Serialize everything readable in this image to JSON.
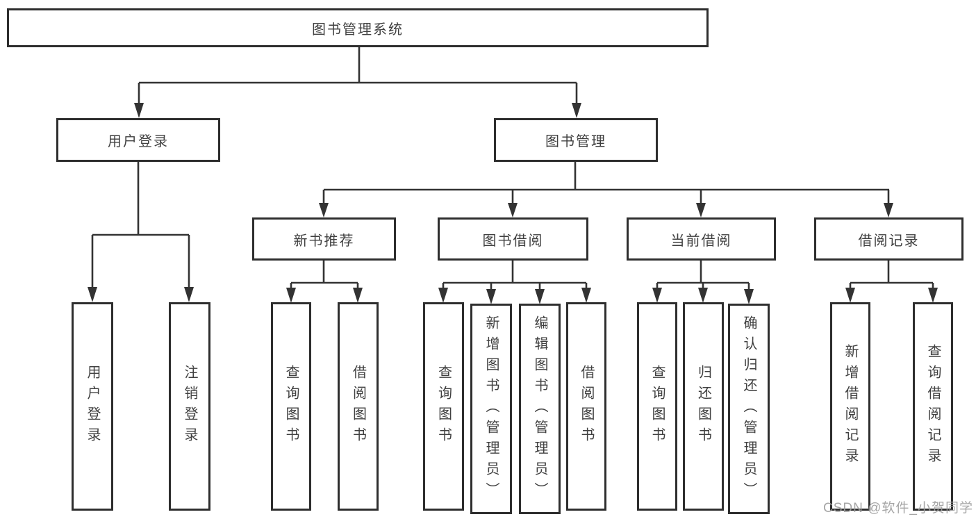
{
  "diagram": {
    "title": "图书管理系统",
    "type": "hierarchy-tree",
    "colors": {
      "line": "#333333",
      "box_border": "#2e2e2e",
      "box_fill": "#ffffff",
      "text": "#404040",
      "watermark": "#9e9e9e",
      "background": "#ffffff"
    },
    "nodes": {
      "root": "图书管理系统",
      "login": "用户登录",
      "manage": "图书管理",
      "recommend": "新书推荐",
      "borrow": "图书借阅",
      "current": "当前借阅",
      "records": "借阅记录",
      "login_user": "用户登录",
      "login_logout": "注销登录",
      "rec_query": "查询图书",
      "rec_borrow": "借阅图书",
      "bor_query": "查询图书",
      "bor_add": "新增图书（管理员）",
      "bor_edit": "编辑图书（管理员）",
      "bor_borrow": "借阅图书",
      "cur_query": "查询图书",
      "cur_return": "归还图书",
      "cur_confirm": "确认归还（管理员）",
      "recd_add": "新增借阅记录",
      "recd_query": "查询借阅记录"
    },
    "hierarchy": {
      "root": "图书管理系统",
      "branches": [
        {
          "label": "用户登录",
          "children": [
            "用户登录",
            "注销登录"
          ]
        },
        {
          "label": "图书管理",
          "children": [
            {
              "label": "新书推荐",
              "children": [
                "查询图书",
                "借阅图书"
              ]
            },
            {
              "label": "图书借阅",
              "children": [
                "查询图书",
                "新增图书（管理员）",
                "编辑图书（管理员）",
                "借阅图书"
              ]
            },
            {
              "label": "当前借阅",
              "children": [
                "查询图书",
                "归还图书",
                "确认归还（管理员）"
              ]
            },
            {
              "label": "借阅记录",
              "children": [
                "新增借阅记录",
                "查询借阅记录"
              ]
            }
          ]
        }
      ]
    },
    "watermark": "CSDN @软件_小贺同学"
  }
}
